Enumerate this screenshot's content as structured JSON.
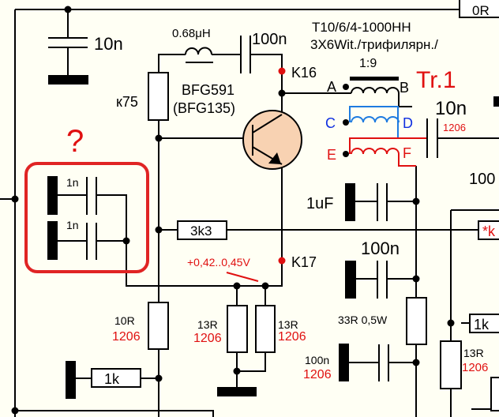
{
  "schematic": {
    "transformer": {
      "title": "Tr.1",
      "core": "T10/6/4-1000HH",
      "winding": "3X6Wit./трифилярн./",
      "ratio": "1:9",
      "pins": {
        "a": "A",
        "b": "B",
        "c": "C",
        "d": "D",
        "e": "E",
        "f": "F"
      }
    },
    "transistor": {
      "name": "BFG591",
      "alt": "(BFG135)"
    },
    "inductor": "0.68μH",
    "caps": {
      "top_left": "10n",
      "feedback": "100n",
      "output": "10n",
      "output_pkg": "1206",
      "supply_1uf": "1uF",
      "supply_100n": "100n",
      "bottom_100n": "100n",
      "bottom_100n_pkg": "1206",
      "question_1": "1n",
      "question_2": "1n",
      "right_partial": "100"
    },
    "resistors": {
      "top_right": "0R",
      "bias": "к75",
      "base": "3k3",
      "r10": "10R",
      "r10_pkg": "1206",
      "r1k": "1k",
      "em1": "13R",
      "em1_pkg": "1206",
      "em2": "13R",
      "em2_pkg": "1206",
      "supply": "33R 0,5W",
      "right": "13R",
      "right_pkg": "1206",
      "right_1k": "1k",
      "right_star": "*k"
    },
    "test_points": {
      "k16": "K16",
      "k17": "K17"
    },
    "voltage_note": "+0,42..0,45V",
    "question_mark": "?",
    "colors": {
      "accent": "#e01010",
      "blue_winding": "#1e7be0",
      "transistor_fill": "#f8d2b2",
      "background": "#fffff4"
    }
  }
}
